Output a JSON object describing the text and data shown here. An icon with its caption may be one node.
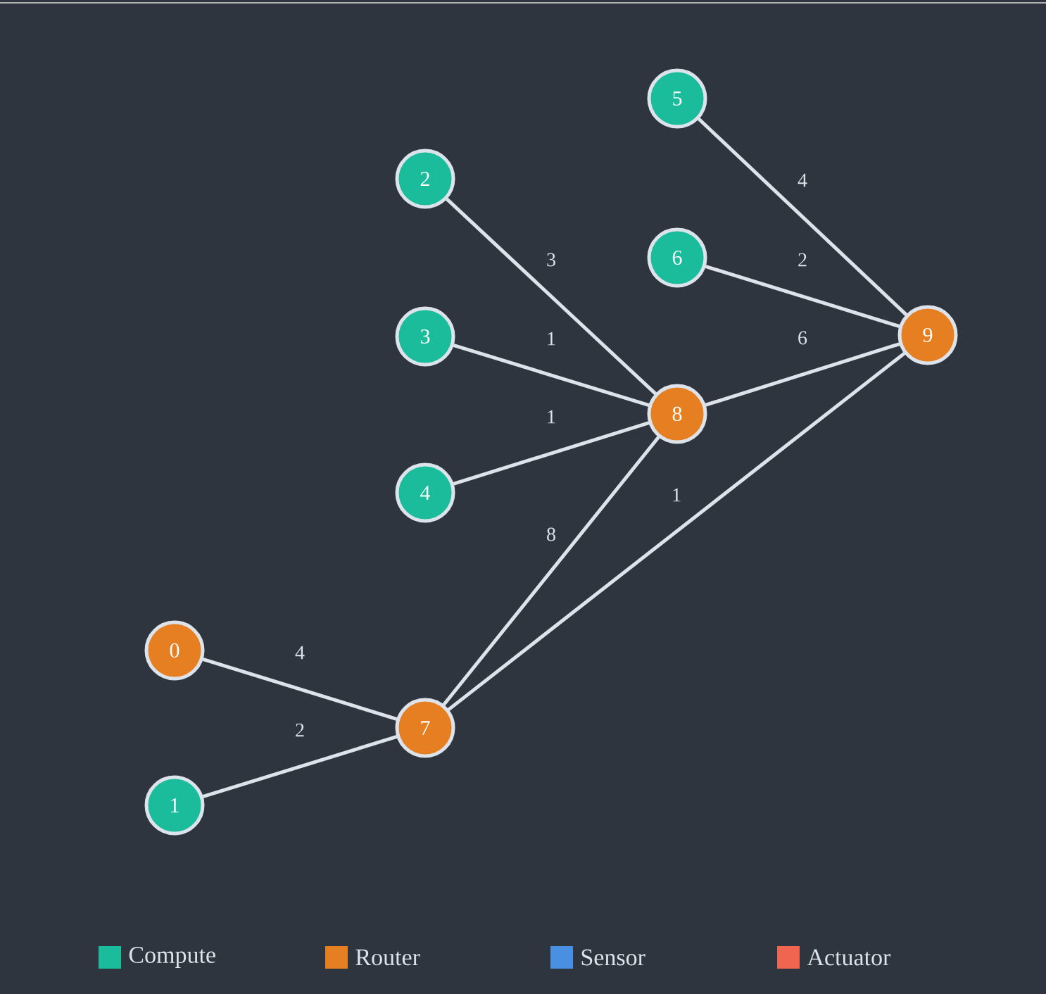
{
  "diagram": {
    "nodes": [
      {
        "text": [
          "0"
        ]
      },
      {
        "text": [
          "1"
        ]
      },
      {
        "text": [
          "2"
        ]
      },
      {
        "text": [
          "3"
        ]
      },
      {
        "text": [
          "4"
        ]
      },
      {
        "text": [
          "5"
        ]
      },
      {
        "text": [
          "6"
        ]
      },
      {
        "text": [
          "7"
        ]
      },
      {
        "text": [
          "8"
        ]
      },
      {
        "text": [
          "9"
        ]
      }
    ],
    "edges": [
      {
        "from": 0,
        "to": 7,
        "arrow": "none",
        "label": "4"
      },
      {
        "from": 1,
        "to": 7,
        "arrow": "none",
        "label": "2"
      },
      {
        "from": 2,
        "to": 8,
        "arrow": "none",
        "label": "3"
      },
      {
        "from": 3,
        "to": 8,
        "arrow": "none",
        "label": "1"
      },
      {
        "from": 4,
        "to": 8,
        "arrow": "none",
        "label": "1"
      },
      {
        "from": 7,
        "to": 8,
        "arrow": "none",
        "label": "8"
      },
      {
        "from": 7,
        "to": 9,
        "arrow": "none",
        "label": "1"
      },
      {
        "from": 8,
        "to": 9,
        "arrow": "none",
        "label": "6"
      },
      {
        "from": 6,
        "to": 9,
        "arrow": "none",
        "label": "2"
      },
      {
        "from": 5,
        "to": 9,
        "arrow": "none",
        "label": "4"
      }
    ],
    "legend": [
      {
        "text": "Compute",
        "color": "#1abc9c"
      },
      {
        "text": "Router",
        "color": "#e67e22"
      },
      {
        "text": "Sensor",
        "color": "#4a90e2"
      },
      {
        "text": "Actuator",
        "color": "#f0654f"
      }
    ]
  }
}
